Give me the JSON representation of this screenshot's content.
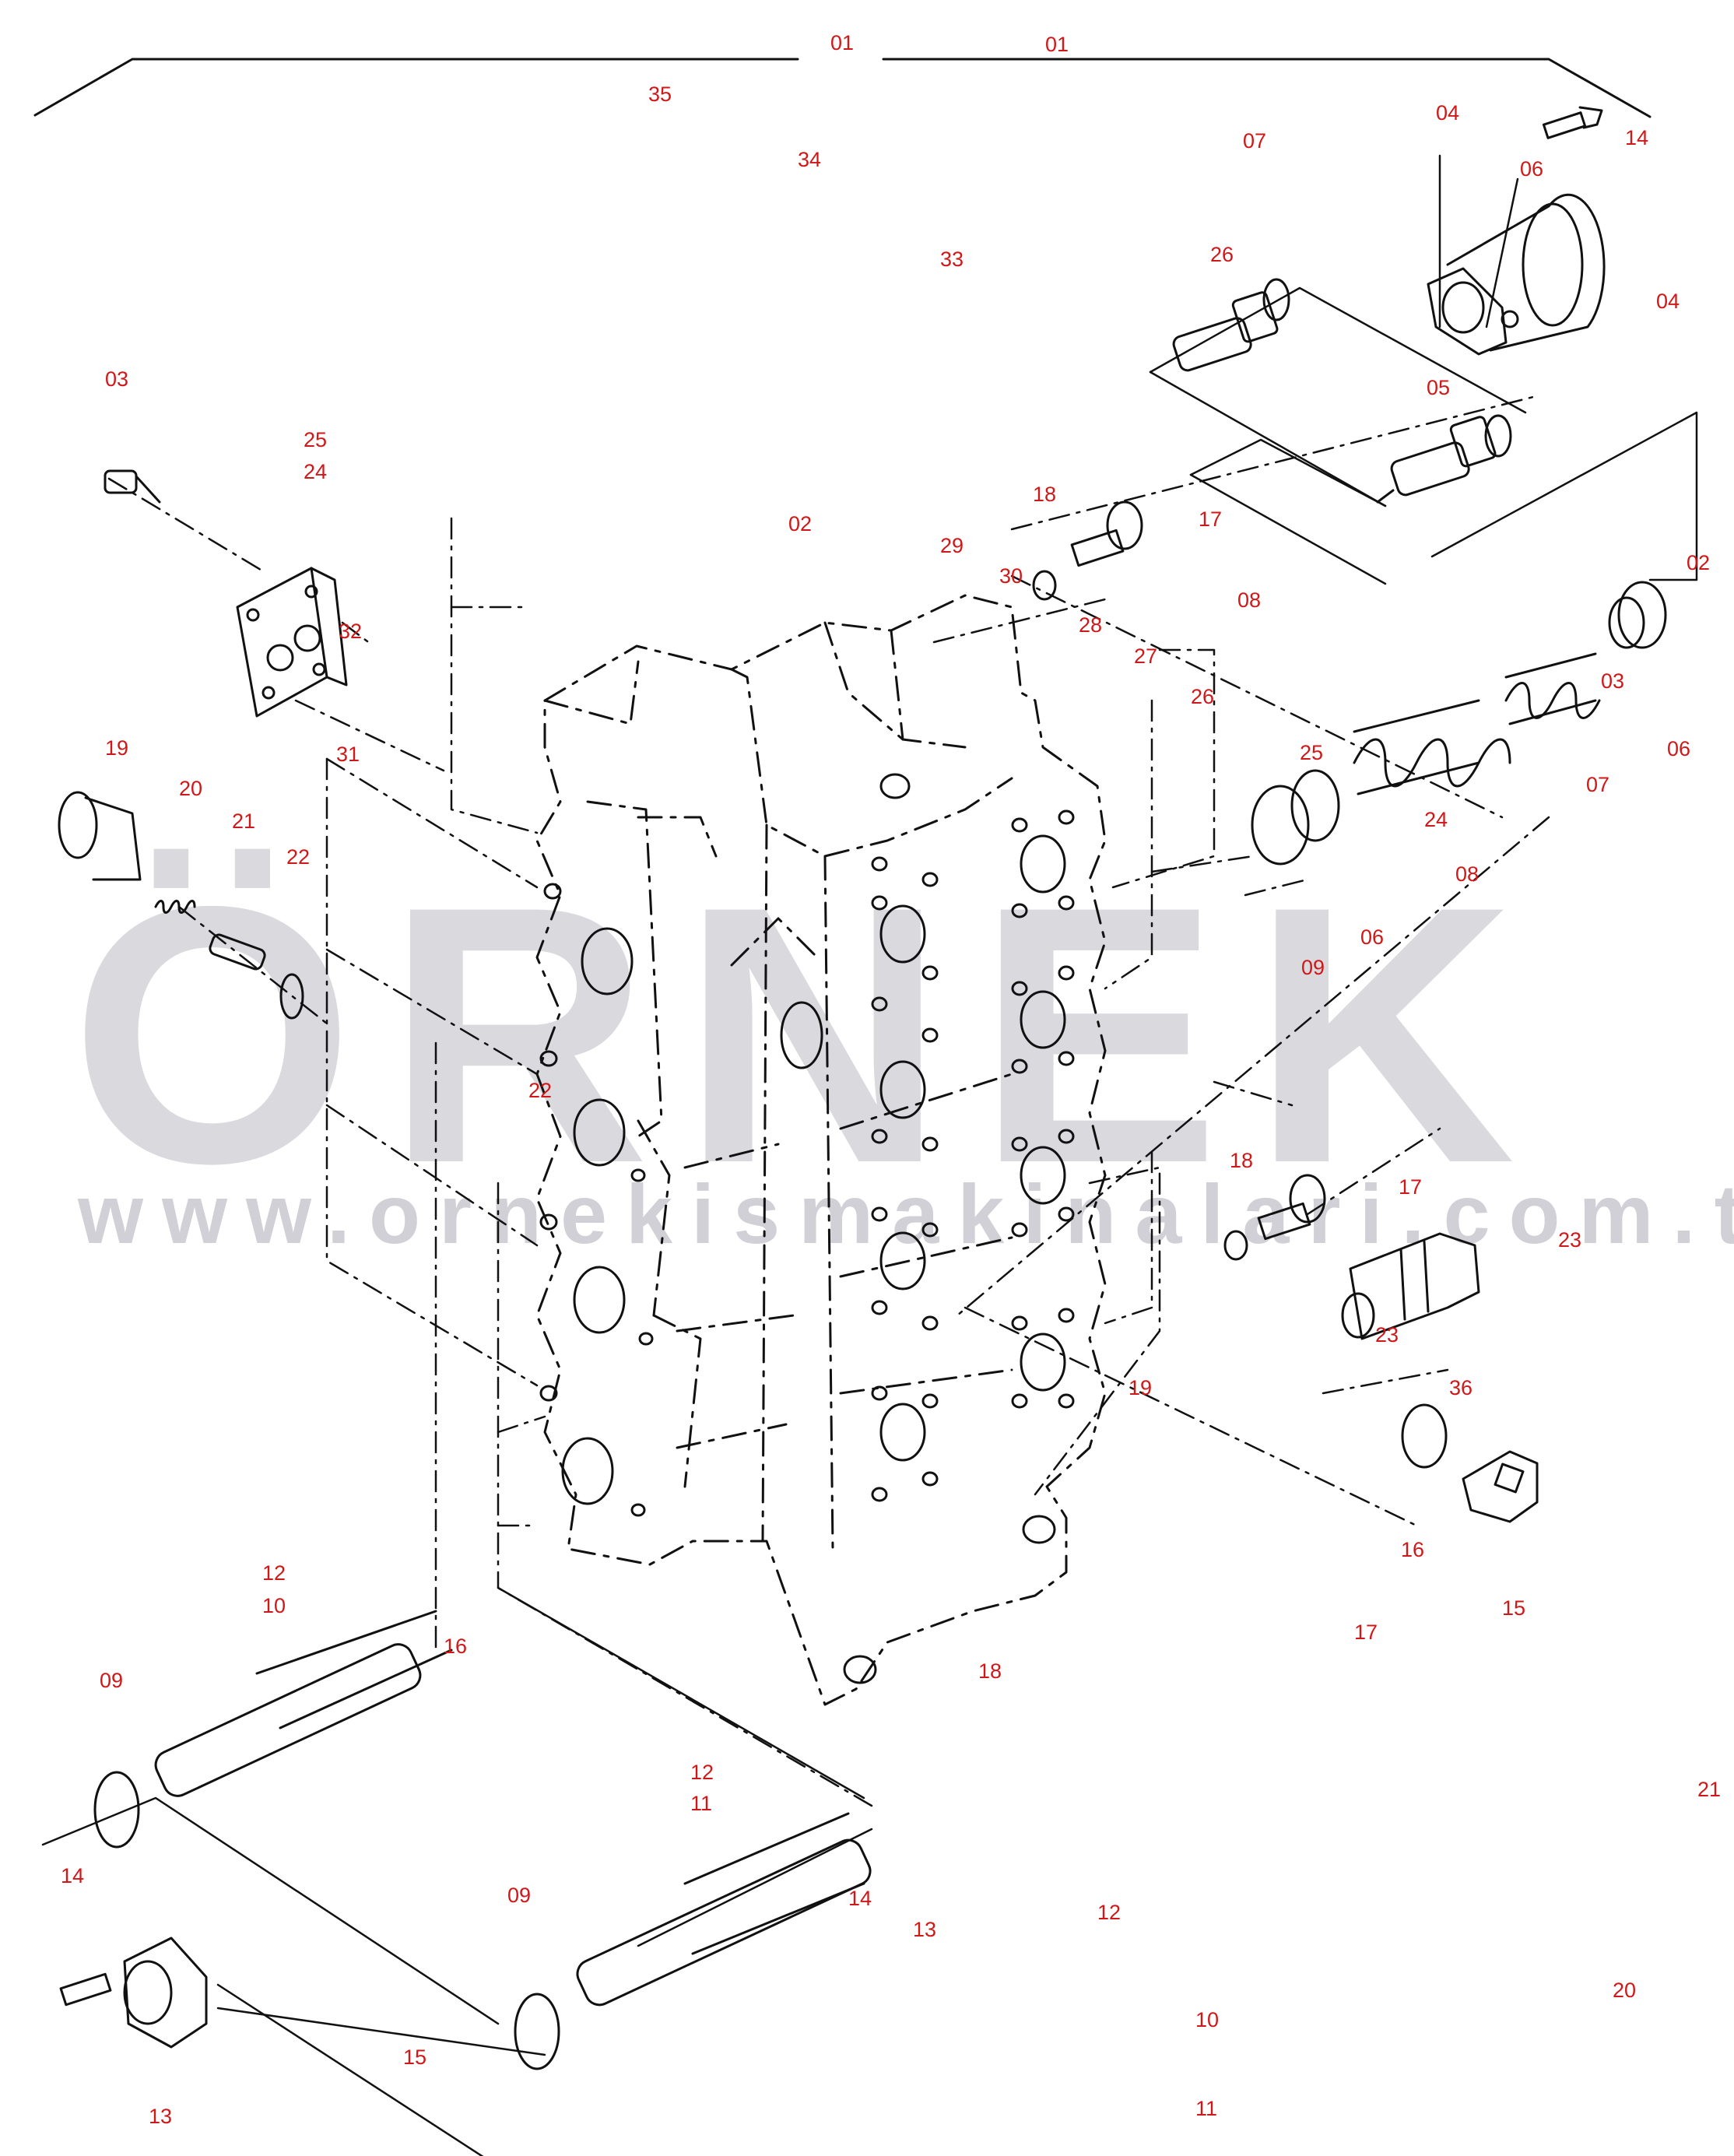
{
  "watermark": {
    "brand": "ÖRNEK",
    "url": "www.ornekismakinalari.com.tr"
  },
  "label_color": "#d01818",
  "callouts": [
    {
      "id": "c01a",
      "text": "01"
    },
    {
      "id": "c01b",
      "text": "01"
    },
    {
      "id": "c35",
      "text": "35"
    },
    {
      "id": "c34",
      "text": "34"
    },
    {
      "id": "c33",
      "text": "33"
    },
    {
      "id": "c07a",
      "text": "07"
    },
    {
      "id": "c04a",
      "text": "04"
    },
    {
      "id": "c14a",
      "text": "14"
    },
    {
      "id": "c06a",
      "text": "06"
    },
    {
      "id": "c26a",
      "text": "26"
    },
    {
      "id": "c04b",
      "text": "04"
    },
    {
      "id": "c05",
      "text": "05"
    },
    {
      "id": "c03a",
      "text": "03"
    },
    {
      "id": "c25a",
      "text": "25"
    },
    {
      "id": "c24a",
      "text": "24"
    },
    {
      "id": "c02a",
      "text": "02"
    },
    {
      "id": "c18a",
      "text": "18"
    },
    {
      "id": "c17a",
      "text": "17"
    },
    {
      "id": "c29",
      "text": "29"
    },
    {
      "id": "c30",
      "text": "30"
    },
    {
      "id": "c02b",
      "text": "02"
    },
    {
      "id": "c08a",
      "text": "08"
    },
    {
      "id": "c32",
      "text": "32"
    },
    {
      "id": "c28",
      "text": "28"
    },
    {
      "id": "c27",
      "text": "27"
    },
    {
      "id": "c26b",
      "text": "26"
    },
    {
      "id": "c03b",
      "text": "03"
    },
    {
      "id": "c06b",
      "text": "06"
    },
    {
      "id": "c19a",
      "text": "19"
    },
    {
      "id": "c20a",
      "text": "20"
    },
    {
      "id": "c31",
      "text": "31"
    },
    {
      "id": "c25b",
      "text": "25"
    },
    {
      "id": "c07b",
      "text": "07"
    },
    {
      "id": "c21a",
      "text": "21"
    },
    {
      "id": "c24b",
      "text": "24"
    },
    {
      "id": "c22a",
      "text": "22"
    },
    {
      "id": "c08b",
      "text": "08"
    },
    {
      "id": "c06c",
      "text": "06"
    },
    {
      "id": "c09a",
      "text": "09"
    },
    {
      "id": "c22b",
      "text": "22"
    },
    {
      "id": "c18b",
      "text": "18"
    },
    {
      "id": "c17b",
      "text": "17"
    },
    {
      "id": "c23a",
      "text": "23"
    },
    {
      "id": "c23b",
      "text": "23"
    },
    {
      "id": "c19b",
      "text": "19"
    },
    {
      "id": "c36",
      "text": "36"
    },
    {
      "id": "c16a",
      "text": "16"
    },
    {
      "id": "c15a",
      "text": "15"
    },
    {
      "id": "c12a",
      "text": "12"
    },
    {
      "id": "c10a",
      "text": "10"
    },
    {
      "id": "c17c",
      "text": "17"
    },
    {
      "id": "c16b",
      "text": "16"
    },
    {
      "id": "c09b",
      "text": "09"
    },
    {
      "id": "c18c",
      "text": "18"
    },
    {
      "id": "c21b",
      "text": "21"
    },
    {
      "id": "c12b",
      "text": "12"
    },
    {
      "id": "c11a",
      "text": "11"
    },
    {
      "id": "c14b",
      "text": "14"
    },
    {
      "id": "c09c",
      "text": "09"
    },
    {
      "id": "c14c",
      "text": "14"
    },
    {
      "id": "c13a",
      "text": "13"
    },
    {
      "id": "c12c",
      "text": "12"
    },
    {
      "id": "c20b",
      "text": "20"
    },
    {
      "id": "c10b",
      "text": "10"
    },
    {
      "id": "c15b",
      "text": "15"
    },
    {
      "id": "c13b",
      "text": "13"
    },
    {
      "id": "c11b",
      "text": "11"
    }
  ]
}
